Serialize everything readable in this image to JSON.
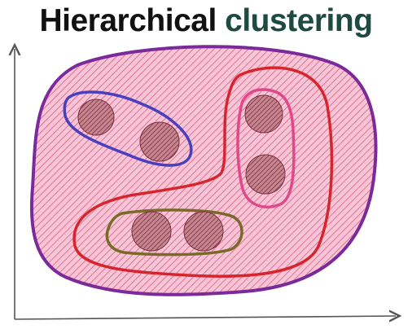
{
  "title": {
    "word1": "Hierarchical",
    "word2": "clustering"
  },
  "colors": {
    "title_main": "#111111",
    "title_accent": "#1f4a3f",
    "outer_cluster": "#7b2a9a",
    "outer_fill": "#f1a3c0",
    "red_cluster": "#d6262d",
    "blue_cluster": "#4a3fbf",
    "pink_cluster": "#e0488a",
    "olive_cluster": "#7a6a2a",
    "points": "#8a3a4a",
    "axes": "#555555"
  },
  "clusters": [
    {
      "name": "outer",
      "color": "outer_cluster"
    },
    {
      "name": "red",
      "color": "red_cluster"
    },
    {
      "name": "blue",
      "color": "blue_cluster"
    },
    {
      "name": "pink",
      "color": "pink_cluster"
    },
    {
      "name": "olive",
      "color": "olive_cluster"
    }
  ],
  "point_count": 6
}
